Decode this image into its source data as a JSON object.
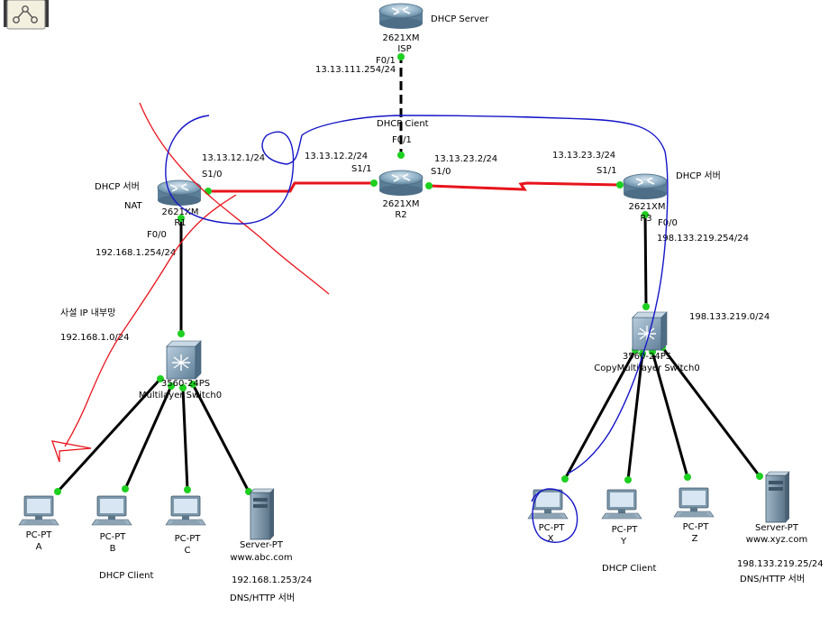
{
  "colors": {
    "serial_link": "#e8141c",
    "ethernet_link": "#000000",
    "port_dot": "#1ed020",
    "annotation_blue": "#1515c8",
    "annotation_red": "#e8141c",
    "router_body": "#7aa0b8",
    "switch_body": "#6f8fa8"
  },
  "toolbar": {
    "icon": "graph-icon"
  },
  "devices": {
    "isp": {
      "model": "2621XM",
      "name": "ISP",
      "role": "DHCP Server",
      "port": "F0/1",
      "ip": "13.13.111.254/24"
    },
    "r1": {
      "model": "2621XM",
      "name": "R1",
      "role": "DHCP 서버",
      "nat": "NAT",
      "serial_port": "S1/0",
      "serial_ip": "13.13.12.1/24",
      "fast_port": "F0/0",
      "fast_ip": "192.168.1.254/24"
    },
    "r2": {
      "model": "2621XM",
      "name": "R2",
      "role": "DHCP Cient",
      "up_port": "F0/1",
      "left_port": "S1/1",
      "left_ip": "13.13.12.2/24",
      "right_port": "S1/0",
      "right_ip": "13.13.23.2/24"
    },
    "r3": {
      "model": "2621XM",
      "name": "R3",
      "role": "DHCP 서버",
      "serial_port": "S1/1",
      "serial_ip": "13.13.23.3/24",
      "fast_port": "F0/0",
      "fast_ip": "198.133.219.254/24"
    },
    "sw0": {
      "model": "3560-24PS",
      "name": "Multilayer Switch0"
    },
    "sw1": {
      "model": "3560-24PS",
      "name": "CopyMultilayer Switch0",
      "network": "198.133.219.0/24"
    }
  },
  "lan_left": {
    "title": "사설 IP 내부망",
    "network": "192.168.1.0/24",
    "pcs": [
      {
        "type": "PC-PT",
        "name": "A"
      },
      {
        "type": "PC-PT",
        "name": "B"
      },
      {
        "type": "PC-PT",
        "name": "C"
      }
    ],
    "server": {
      "type": "Server-PT",
      "name": "www.abc.com",
      "ip": "192.168.1.253/24",
      "role": "DNS/HTTP 서버"
    },
    "client_note": "DHCP Client"
  },
  "lan_right": {
    "pcs": [
      {
        "type": "PC-PT",
        "name": "X"
      },
      {
        "type": "PC-PT",
        "name": "Y"
      },
      {
        "type": "PC-PT",
        "name": "Z"
      }
    ],
    "server": {
      "type": "Server-PT",
      "name": "www.xyz.com",
      "ip": "198.133.219.25/24",
      "role": "DNS/HTTP 서버"
    },
    "client_note": "DHCP Client"
  }
}
